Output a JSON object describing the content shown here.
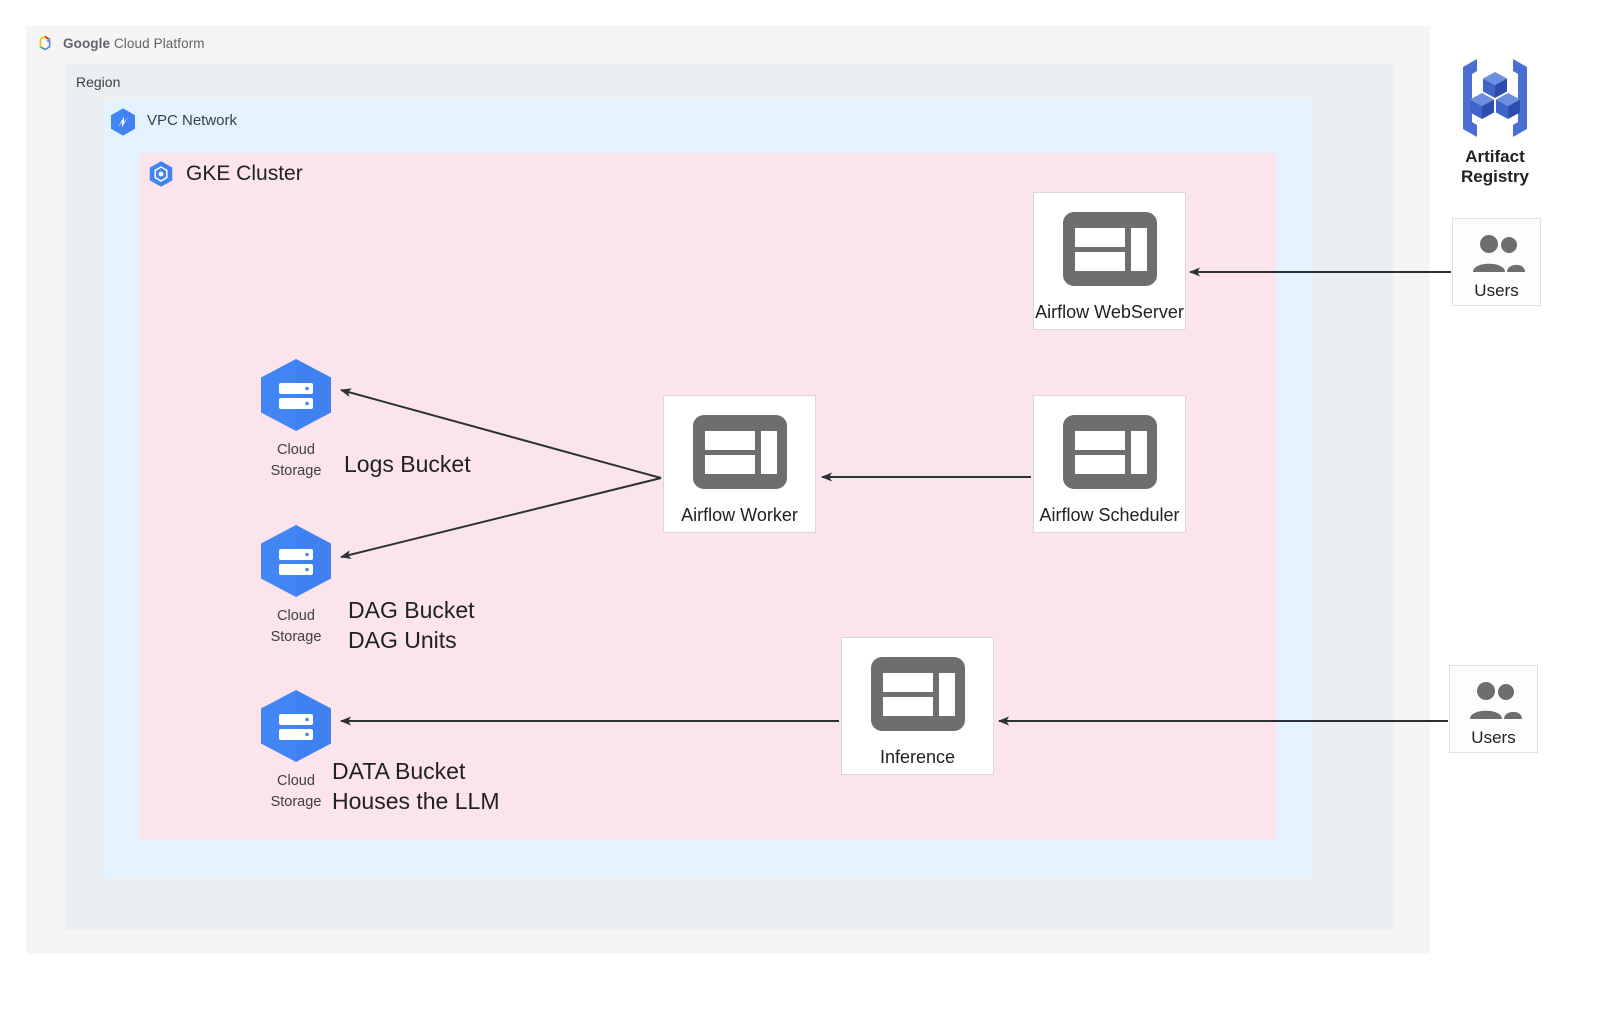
{
  "header": {
    "logo_icon": "google-cloud-platform-logo",
    "brand_bold": "Google",
    "brand_rest": " Cloud Platform"
  },
  "zones": {
    "region": {
      "label": "Region",
      "background": "#eceff1"
    },
    "vpc": {
      "label": "VPC Network",
      "icon": "vpc-network-icon",
      "background": "#e3f2fd"
    },
    "gke": {
      "label": "GKE Cluster",
      "icon": "gke-cluster-icon",
      "background": "#fce4ec"
    }
  },
  "nodes": {
    "webserver": {
      "label": "Airflow WebServer",
      "icon": "dashboard-panel-icon"
    },
    "worker": {
      "label": "Airflow Worker",
      "icon": "dashboard-panel-icon"
    },
    "scheduler": {
      "label": "Airflow Scheduler",
      "icon": "dashboard-panel-icon"
    },
    "inference": {
      "label": "Inference",
      "icon": "dashboard-panel-icon"
    },
    "users_top": {
      "label": "Users",
      "icon": "users-group-icon"
    },
    "users_bottom": {
      "label": "Users",
      "icon": "users-group-icon"
    }
  },
  "storage": {
    "logs": {
      "icon": "cloud-storage-icon",
      "caption_line1": "Cloud",
      "caption_line2": "Storage",
      "annotation": "Logs Bucket"
    },
    "dag": {
      "icon": "cloud-storage-icon",
      "caption_line1": "Cloud",
      "caption_line2": "Storage",
      "annotation": "DAG Bucket\nDAG Units"
    },
    "data": {
      "icon": "cloud-storage-icon",
      "caption_line1": "Cloud",
      "caption_line2": "Storage",
      "annotation": "DATA Bucket\nHouses the LLM"
    }
  },
  "artifact_registry": {
    "icon": "artifact-registry-icon",
    "label_line1": "Artifact",
    "label_line2": "Registry"
  },
  "colors": {
    "gcp_blue": "#4285f4",
    "node_gray": "#6e6e6e",
    "arrow": "#2b3137",
    "gke_pink": "#fce4ec",
    "vpc_blue": "#e3f2fd",
    "region_gray": "#eceff1",
    "card_gray": "#f5f5f5"
  },
  "connections": [
    {
      "from": "users_top",
      "to": "webserver"
    },
    {
      "from": "scheduler",
      "to": "worker"
    },
    {
      "from": "worker",
      "to": "logs_bucket"
    },
    {
      "from": "worker",
      "to": "dag_bucket"
    },
    {
      "from": "inference",
      "to": "data_bucket"
    },
    {
      "from": "users_bottom",
      "to": "inference"
    }
  ]
}
